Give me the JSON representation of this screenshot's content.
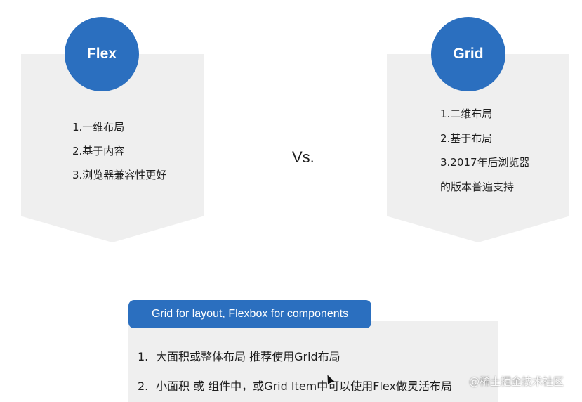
{
  "colors": {
    "accent": "#2b6fbf",
    "card_background": "#efefef"
  },
  "flex": {
    "title": "Flex",
    "points": [
      "1.一维布局",
      "2.基于内容",
      "3.浏览器兼容性更好"
    ]
  },
  "grid": {
    "title": "Grid",
    "points": [
      "1.二维布局",
      "2.基于布局",
      "3.2017年后浏览器",
      "的版本普遍支持"
    ]
  },
  "vs_label": "Vs.",
  "summary": {
    "tab_label": "Grid for layout, Flexbox for components",
    "items": [
      {
        "num": "1.",
        "text": "大面积或整体布局 推荐使用Grid布局"
      },
      {
        "num": "2.",
        "text": "小面积 或 组件中，或Grid Item中可以使用Flex做灵活布局"
      }
    ]
  },
  "watermark": "@稀土掘金技术社区"
}
